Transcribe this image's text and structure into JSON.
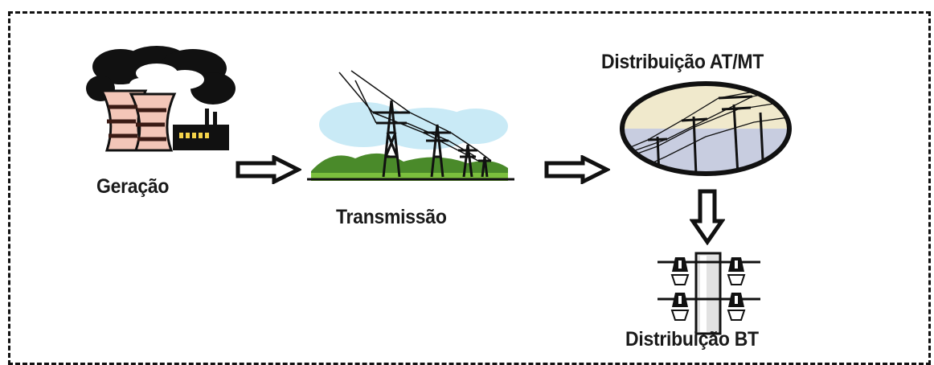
{
  "stages": {
    "generation": {
      "label": "Geração",
      "icon": "power-plant-icon"
    },
    "transmission": {
      "label": "Transmissão",
      "icon": "transmission-tower-icon"
    },
    "distribution_high": {
      "label": "Distribuição AT/MT",
      "icon": "power-lines-icon"
    },
    "distribution_low": {
      "label": "Distribuição BT",
      "icon": "utility-pole-icon"
    }
  }
}
